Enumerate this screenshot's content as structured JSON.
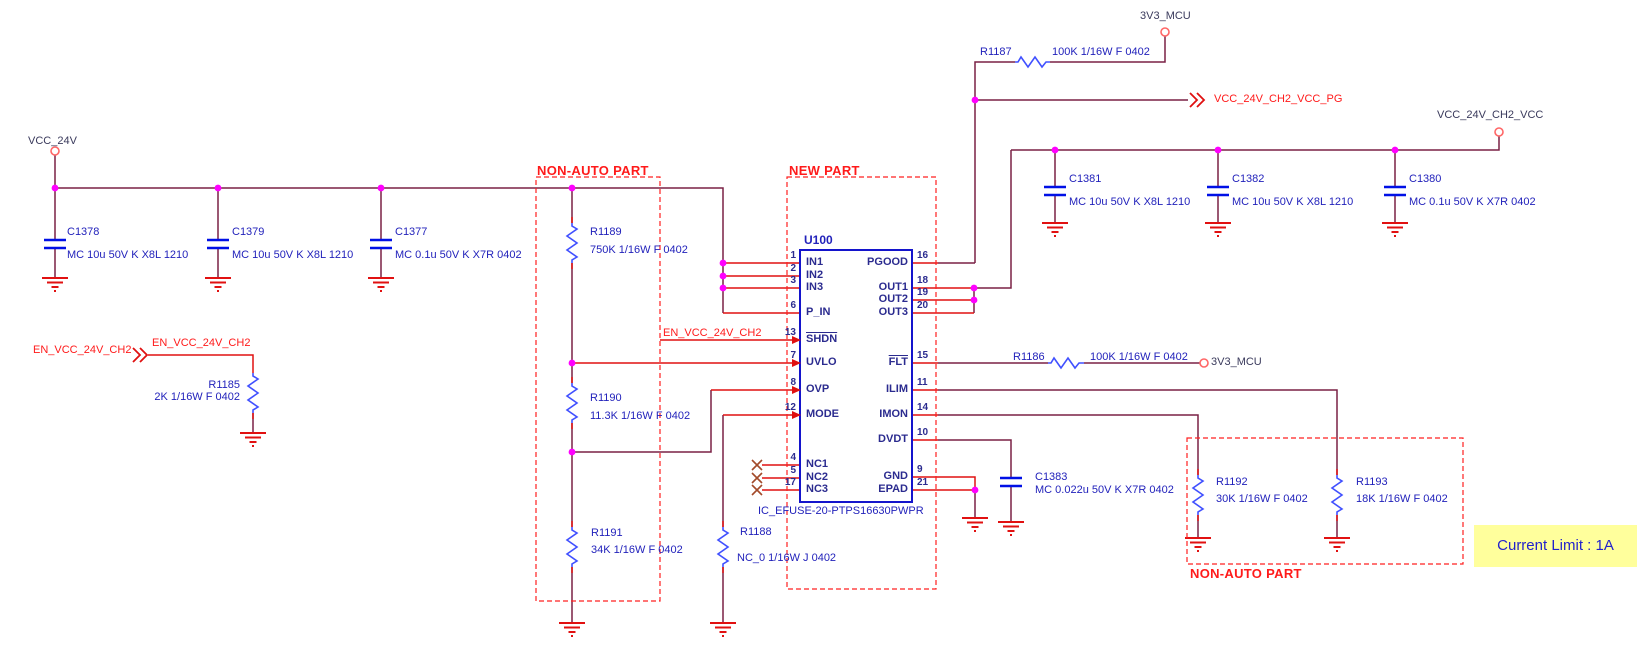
{
  "note": {
    "text": "Current Limit : 1A"
  },
  "nets": {
    "vcc_24v": "VCC_24V",
    "en": "EN_VCC_24V_CH2",
    "mcu_3v3": "3V3_MCU",
    "vcc_pg": "VCC_24V_CH2_VCC_PG",
    "vcc_out": "VCC_24V_CH2_VCC"
  },
  "boxes": {
    "non_auto_left": "NON-AUTO PART",
    "new_part": "NEW PART",
    "non_auto_right": "NON-AUTO PART"
  },
  "ic": {
    "ref": "U100",
    "part": "IC_EFUSE-20-PTPS16630PWPR",
    "left_pins": [
      {
        "num": "1",
        "name": "IN1"
      },
      {
        "num": "2",
        "name": "IN2"
      },
      {
        "num": "3",
        "name": "IN3"
      },
      {
        "num": "6",
        "name": "P_IN"
      },
      {
        "num": "13",
        "name": "SHDN"
      },
      {
        "num": "7",
        "name": "UVLO"
      },
      {
        "num": "8",
        "name": "OVP"
      },
      {
        "num": "12",
        "name": "MODE"
      },
      {
        "num": "4",
        "name": "NC1"
      },
      {
        "num": "5",
        "name": "NC2"
      },
      {
        "num": "17",
        "name": "NC3"
      }
    ],
    "right_pins": [
      {
        "num": "16",
        "name": "PGOOD"
      },
      {
        "num": "18",
        "name": "OUT1"
      },
      {
        "num": "19",
        "name": "OUT2"
      },
      {
        "num": "20",
        "name": "OUT3"
      },
      {
        "num": "15",
        "name": "FLT"
      },
      {
        "num": "11",
        "name": "ILIM"
      },
      {
        "num": "14",
        "name": "IMON"
      },
      {
        "num": "10",
        "name": "DVDT"
      },
      {
        "num": "9",
        "name": "GND"
      },
      {
        "num": "21",
        "name": "EPAD"
      }
    ]
  },
  "components": {
    "C1378": {
      "ref": "C1378",
      "value": "MC 10u 50V K X8L 1210"
    },
    "C1379": {
      "ref": "C1379",
      "value": "MC 10u 50V K X8L 1210"
    },
    "C1377": {
      "ref": "C1377",
      "value": "MC 0.1u 50V K X7R 0402"
    },
    "C1381": {
      "ref": "C1381",
      "value": "MC 10u 50V K X8L 1210"
    },
    "C1382": {
      "ref": "C1382",
      "value": "MC 10u 50V K X8L 1210"
    },
    "C1380": {
      "ref": "C1380",
      "value": "MC 0.1u 50V K X7R 0402"
    },
    "C1383": {
      "ref": "C1383",
      "value": "MC 0.022u 50V K X7R 0402"
    },
    "R1185": {
      "ref": "R1185",
      "value": "2K 1/16W F 0402"
    },
    "R1189": {
      "ref": "R1189",
      "value": "750K 1/16W F 0402"
    },
    "R1190": {
      "ref": "R1190",
      "value": "11.3K 1/16W F 0402"
    },
    "R1191": {
      "ref": "R1191",
      "value": "34K 1/16W F 0402"
    },
    "R1188": {
      "ref": "R1188",
      "value": "NC_0 1/16W J 0402"
    },
    "R1187": {
      "ref": "R1187",
      "value": "100K 1/16W F 0402"
    },
    "R1186": {
      "ref": "R1186",
      "value": "100K 1/16W F 0402"
    },
    "R1192": {
      "ref": "R1192",
      "value": "30K 1/16W F 0402"
    },
    "R1193": {
      "ref": "R1193",
      "value": "18K 1/16W F 0402"
    }
  },
  "colors": {
    "wire": "#7A2045",
    "pin_red": "#E01010",
    "symbol_blue": "#0010E6",
    "resistor_blue": "#4050FF",
    "text_blue": "#2222BB",
    "junction": "#FF00FF",
    "box_red": "#FF2020",
    "note_bg": "#FFFF9C",
    "note_text": "#2222CC"
  }
}
